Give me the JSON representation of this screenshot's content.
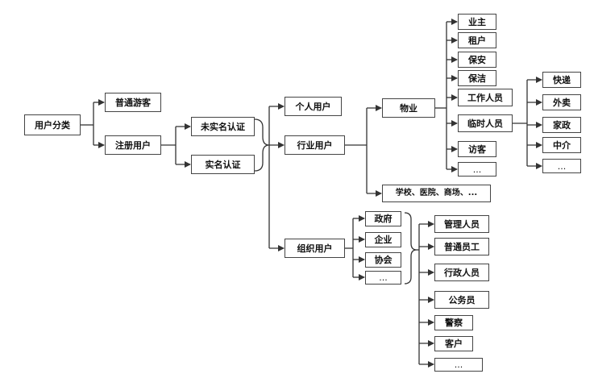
{
  "nodes": {
    "root": "用户分类",
    "guest": "普通游客",
    "registered": "注册用户",
    "unverified": "未实名认证",
    "verified": "实名认证",
    "personal": "个人用户",
    "industry": "行业用户",
    "org": "组织用户",
    "property": "物业",
    "schools": "学校、医院、商场、...",
    "owner": "业主",
    "tenant": "租户",
    "security": "保安",
    "cleaner": "保洁",
    "staff": "工作人员",
    "temp": "临时人员",
    "visitor": "访客",
    "prop_more": "...",
    "courier": "快递",
    "takeout": "外卖",
    "housekeeping": "家政",
    "agent": "中介",
    "temp_more": "...",
    "gov": "政府",
    "enterprise": "企业",
    "association": "协会",
    "org_more": "...",
    "manager": "管理人员",
    "employee": "普通员工",
    "admin": "行政人员",
    "civil": "公务员",
    "police": "警察",
    "client": "客户",
    "role_more": "..."
  }
}
